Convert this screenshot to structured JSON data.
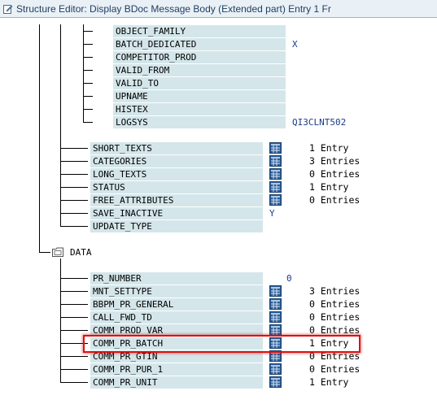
{
  "window": {
    "title": "Structure Editor: Display BDoc Message Body (Extended part) Entry 1 Fr"
  },
  "group1": [
    {
      "name": "OBJECT_FAMILY",
      "value": ""
    },
    {
      "name": "BATCH_DEDICATED",
      "value": "X"
    },
    {
      "name": "COMPETITOR_PROD",
      "value": ""
    },
    {
      "name": "VALID_FROM",
      "value": ""
    },
    {
      "name": "VALID_TO",
      "value": ""
    },
    {
      "name": "UPNAME",
      "value": ""
    },
    {
      "name": "HISTEX",
      "value": ""
    },
    {
      "name": "LOGSYS",
      "value": "QI3CLNT502"
    }
  ],
  "group2": [
    {
      "name": "SHORT_TEXTS",
      "count": "1 Entry"
    },
    {
      "name": "CATEGORIES",
      "count": "3 Entries"
    },
    {
      "name": "LONG_TEXTS",
      "count": "0 Entries"
    },
    {
      "name": "STATUS",
      "count": "1 Entry"
    },
    {
      "name": "FREE_ATTRIBUTES",
      "count": "0 Entries"
    },
    {
      "name": "SAVE_INACTIVE",
      "value": "Y"
    },
    {
      "name": "UPDATE_TYPE",
      "value": ""
    }
  ],
  "data_node": {
    "label": "DATA",
    "icon": "folder-icon"
  },
  "group3": [
    {
      "name": "PR_NUMBER",
      "value": "0"
    },
    {
      "name": "MNT_SETTYPE",
      "count": "3 Entries"
    },
    {
      "name": "BBPM_PR_GENERAL",
      "count": "0 Entries"
    },
    {
      "name": "CALL_FWD_TD",
      "count": "0 Entries"
    },
    {
      "name": "COMM_PROD_VAR",
      "count": "0 Entries"
    },
    {
      "name": "COMM_PR_BATCH",
      "count": "1 Entry",
      "highlighted": true
    },
    {
      "name": "COMM_PR_GTIN",
      "count": "0 Entries"
    },
    {
      "name": "COMM_PR_PUR_1",
      "count": "0 Entries"
    },
    {
      "name": "COMM_PR_UNIT",
      "count": "1 Entry"
    }
  ],
  "colors": {
    "field_bg": "#d4e6ea",
    "value_text": "#1a3b8a",
    "highlight": "#e01010"
  }
}
